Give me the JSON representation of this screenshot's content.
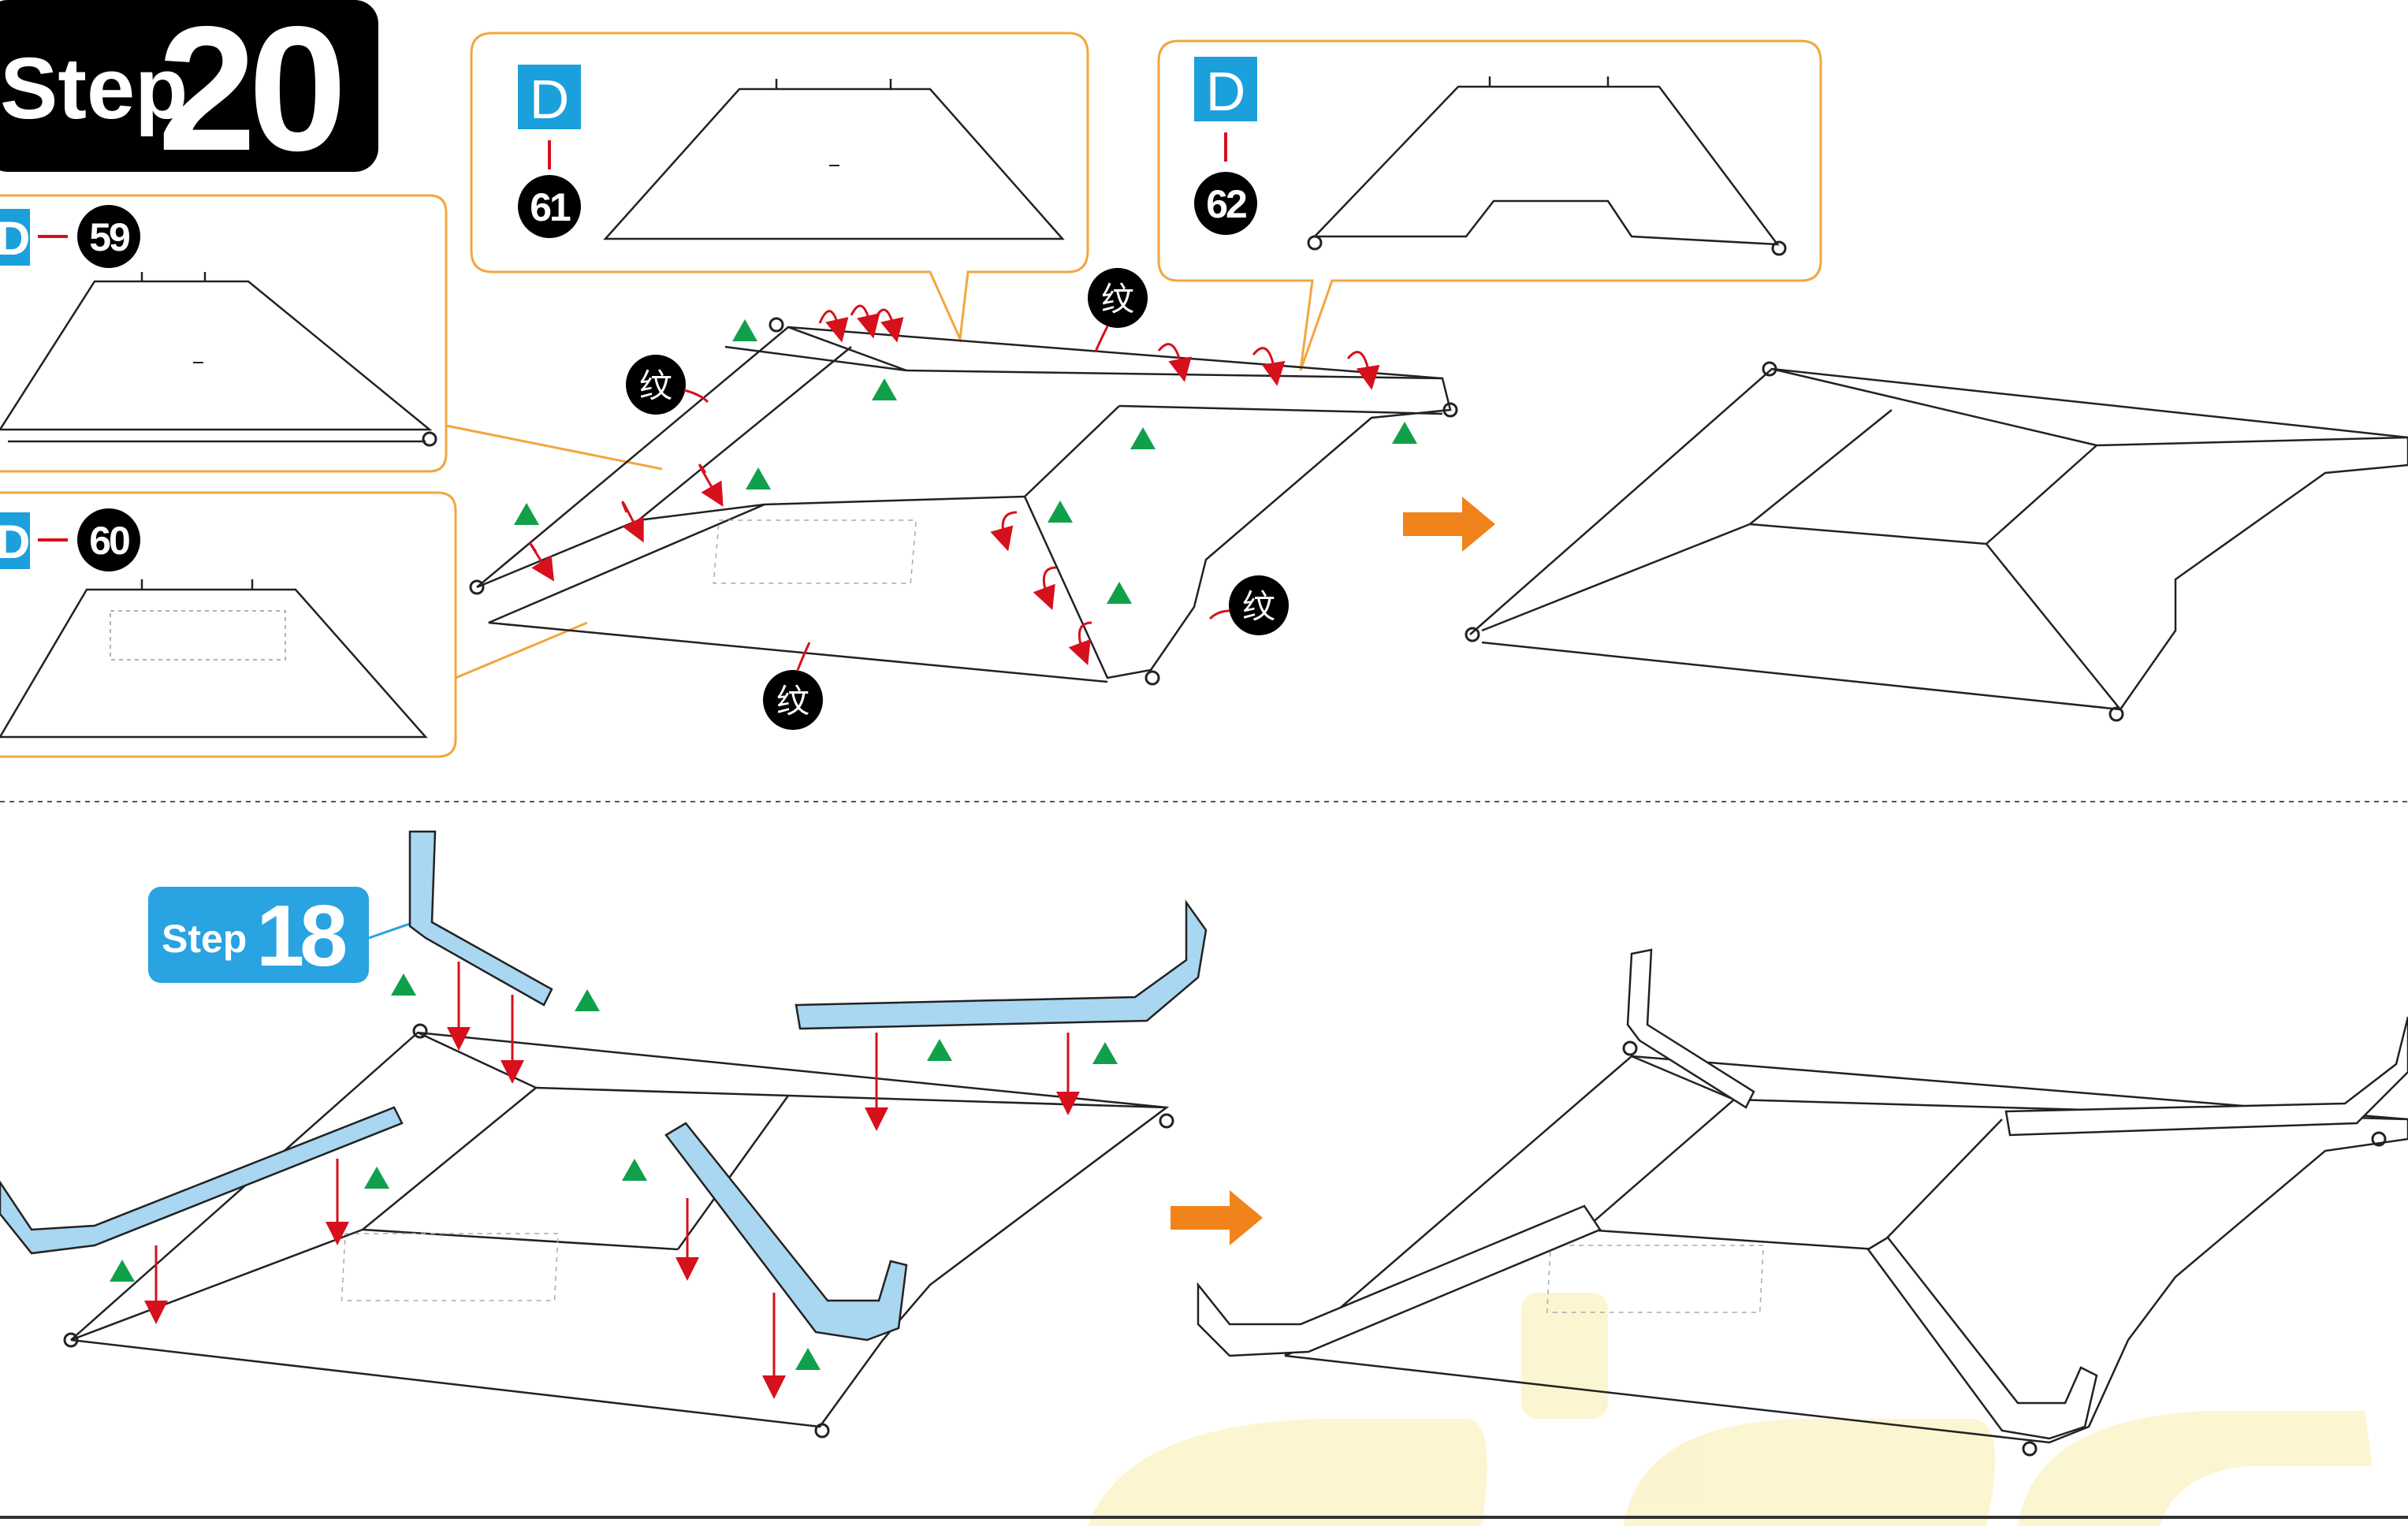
{
  "step_header": {
    "word": "Step",
    "number": "20"
  },
  "sub_step": {
    "word": "Step",
    "number": "18"
  },
  "parts": [
    {
      "sheet": "D",
      "number": "59"
    },
    {
      "sheet": "D",
      "number": "60"
    },
    {
      "sheet": "D",
      "number": "61"
    },
    {
      "sheet": "D",
      "number": "62"
    }
  ],
  "texture_mark": "纹",
  "colors": {
    "callout_border": "#f2a640",
    "part_badge": "#1ca0dc",
    "step_header_bg": "#000000",
    "step18_bg": "#29a3e1",
    "fold_arrow": "#d6101c",
    "glue_triangle": "#11a04a",
    "result_arrow": "#f0831b",
    "rail_fill": "#a9d6f0"
  },
  "icons": {
    "fold_mark": "curved-arrow-icon",
    "glue_mark": "green-triangle-icon",
    "next_arrow": "orange-arrow-icon"
  }
}
